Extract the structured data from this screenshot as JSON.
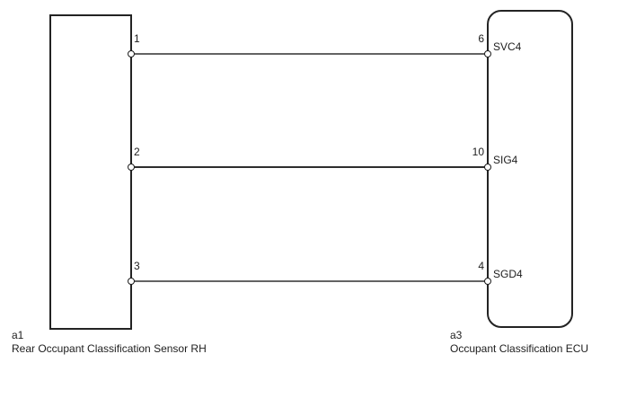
{
  "diagram": {
    "background_color": "#ffffff",
    "outline_color": "#232323",
    "wire_colors": {
      "row1": "#636363",
      "row2": "#2e2e2e",
      "row3": "#636363"
    },
    "left_component": {
      "ref": "a1",
      "name": "Rear Occupant Classification Sensor RH"
    },
    "right_component": {
      "ref": "a3",
      "name": "Occupant Classification ECU"
    },
    "wires": [
      {
        "left_pin": "1",
        "right_pin": "6",
        "signal": "SVC4"
      },
      {
        "left_pin": "2",
        "right_pin": "10",
        "signal": "SIG4"
      },
      {
        "left_pin": "3",
        "right_pin": "4",
        "signal": "SGD4"
      }
    ]
  }
}
